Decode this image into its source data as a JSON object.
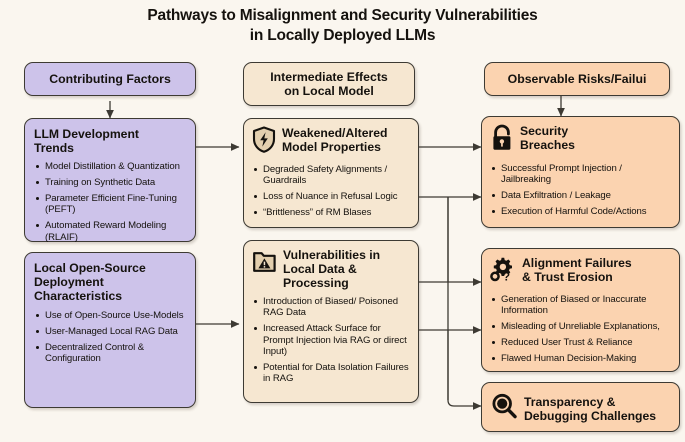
{
  "title": {
    "line1": "Pathways to Misalignment and Security Vulnerabilities",
    "line2": "in Locally Deployed LLMs"
  },
  "colors": {
    "background": "#faf6ef",
    "contributing_factors": "#cdc3ea",
    "intermediate_effects": "#f6e7d1",
    "observable_risks": "#fbd3b0",
    "outline": "#3d3a33",
    "text": "#15120e"
  },
  "columns": {
    "left": {
      "header": "Contributing Factors",
      "boxes": [
        {
          "title_line1": "LLM Development",
          "title_line2": "Trends",
          "bullets": [
            "Model Distillation & Quantization",
            "Training on Synthetic Data",
            "Parameter Efficient Fine-Tuning (PEFT)",
            "Automated Reward Modeling (RLAIF)"
          ]
        },
        {
          "title_line1": "Local Open-Source",
          "title_line2": "Deployment",
          "title_line3": "Characteristics",
          "bullets": [
            "Use of Open-Source Use-Models",
            "User-Managed Local RAG Data",
            "Decentralized Control & Configuration"
          ]
        }
      ]
    },
    "middle": {
      "header_line1": "Intermediate Effects",
      "header_line2": "on Local Model",
      "boxes": [
        {
          "icon": "shield-bolt-icon",
          "title_line1": "Weakened/Altered",
          "title_line2": "Model Properties",
          "bullets": [
            "Degraded Safety Alignments / Guardrails",
            "Loss of Nuance in Refusal Logic",
            "“Brittleness” of RM Blases"
          ]
        },
        {
          "icon": "folder-warning-icon",
          "title_line1": "Vulnerabilities in",
          "title_line2": "Local Data &",
          "title_line3": "Processing",
          "bullets": [
            "Introduction of Biased/ Poisoned RAG Data",
            "Increased Attack Surface for Prompt Injection lvia RAG or direct Input)",
            "Potential for Data Isolation Failures in RAG"
          ]
        }
      ]
    },
    "right": {
      "header": "Observable Risks/Failui",
      "boxes": [
        {
          "icon": "open-padlock-icon",
          "title_line1": "Security",
          "title_line2": "Breaches",
          "bullets": [
            "Successful Prompt Injection / Jailbreaking",
            "Data Exfiltration / Leakage",
            "Execution of Harmful Code/Actions"
          ]
        },
        {
          "icon": "gears-question-icon",
          "title_line1": "Alignment Failures",
          "title_line2": "& Trust Erosion",
          "bullets": [
            "Generation of Biased or Inaccurate Information",
            "Misleading of Unreliable Explanations,",
            "Reduced User Trust & Reliance",
            "Flawed Human Decision-Making"
          ]
        },
        {
          "icon": "magnifier-icon",
          "title_line1": "Transparency &",
          "title_line2": "Debugging Challenges",
          "bullets": []
        }
      ]
    }
  }
}
